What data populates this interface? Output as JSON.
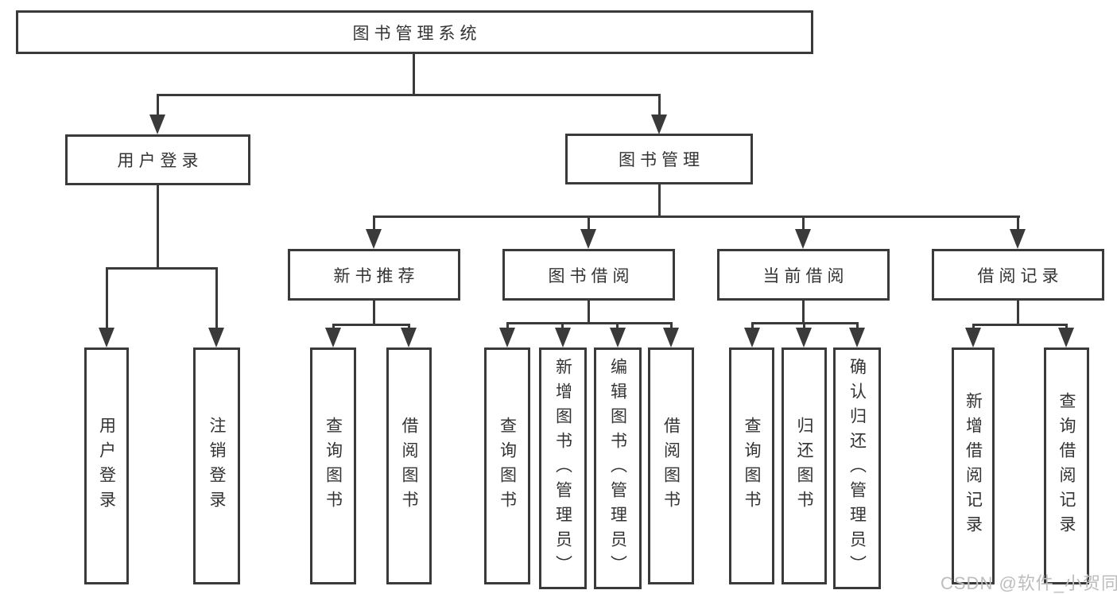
{
  "root": {
    "label": "图书管理系统"
  },
  "level2": [
    {
      "label": "用户登录"
    },
    {
      "label": "图书管理"
    }
  ],
  "level3": [
    {
      "label": "新书推荐"
    },
    {
      "label": "图书借阅"
    },
    {
      "label": "当前借阅"
    },
    {
      "label": "借阅记录"
    }
  ],
  "leaves": {
    "userLogin": "用户登录",
    "logout": "注销登录",
    "nbQuery": "查询图书",
    "nbBorrow": "借阅图书",
    "bbQuery": "查询图书",
    "bbAdd": "新增图书（管理员）",
    "bbEdit": "编辑图书（管理员）",
    "bbBorrow": "借阅图书",
    "cbQuery": "查询图书",
    "cbReturn": "归还图书",
    "cbConfirm": "确认归还（管理员）",
    "brAdd": "新增借阅记录",
    "brQuery": "查询借阅记录"
  },
  "watermark": "CSDN @软件_小贺同学",
  "colors": {
    "line": "#3a3a3a",
    "text": "#333333",
    "watermark": "#bdbdbd",
    "background": "#ffffff"
  }
}
